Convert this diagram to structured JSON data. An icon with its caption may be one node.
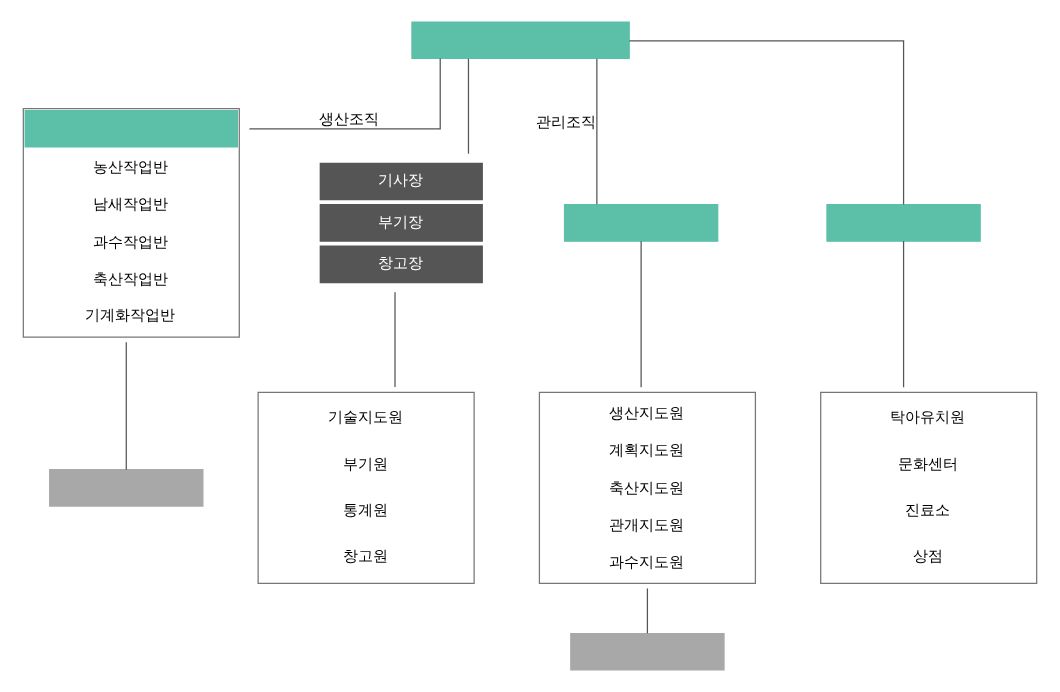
{
  "diagram": {
    "nodes": [
      {
        "text": [],
        "shape": "box"
      },
      {
        "text": [
          "농산작업반",
          "남새작업반",
          "과수작업반",
          "축산작업반",
          "기계화작업반"
        ]
      },
      {
        "text": [],
        "shape": "box"
      },
      {
        "text": [
          "기사장",
          "부기장",
          "창고장"
        ]
      },
      {
        "text": [
          "기술지도원",
          "부기원",
          "통계원",
          "창고원"
        ]
      },
      {
        "text": [],
        "shape": "box"
      },
      {
        "text": [
          "생산지도원",
          "계획지도원",
          "축산지도원",
          "관개지도원",
          "과수지도원"
        ]
      },
      {
        "text": [],
        "shape": "box"
      },
      {
        "text": [],
        "shape": "box"
      },
      {
        "text": [
          "탁아유치원",
          "문화센터",
          "진료소",
          "상점"
        ]
      }
    ],
    "edges": [
      {
        "from": 0,
        "to": 1,
        "arrow": "none",
        "label": "생산조직"
      },
      {
        "from": 0,
        "to": 3,
        "arrow": "none"
      },
      {
        "from": 0,
        "to": 5,
        "arrow": "none",
        "label": "관리조직"
      },
      {
        "from": 0,
        "to": 8,
        "arrow": "none"
      },
      {
        "from": 1,
        "to": 2,
        "arrow": "none"
      },
      {
        "from": 3,
        "to": 4,
        "arrow": "none"
      },
      {
        "from": 5,
        "to": 6,
        "arrow": "none"
      },
      {
        "from": 6,
        "to": 7,
        "arrow": "none"
      },
      {
        "from": 8,
        "to": 9,
        "arrow": "none"
      }
    ]
  }
}
